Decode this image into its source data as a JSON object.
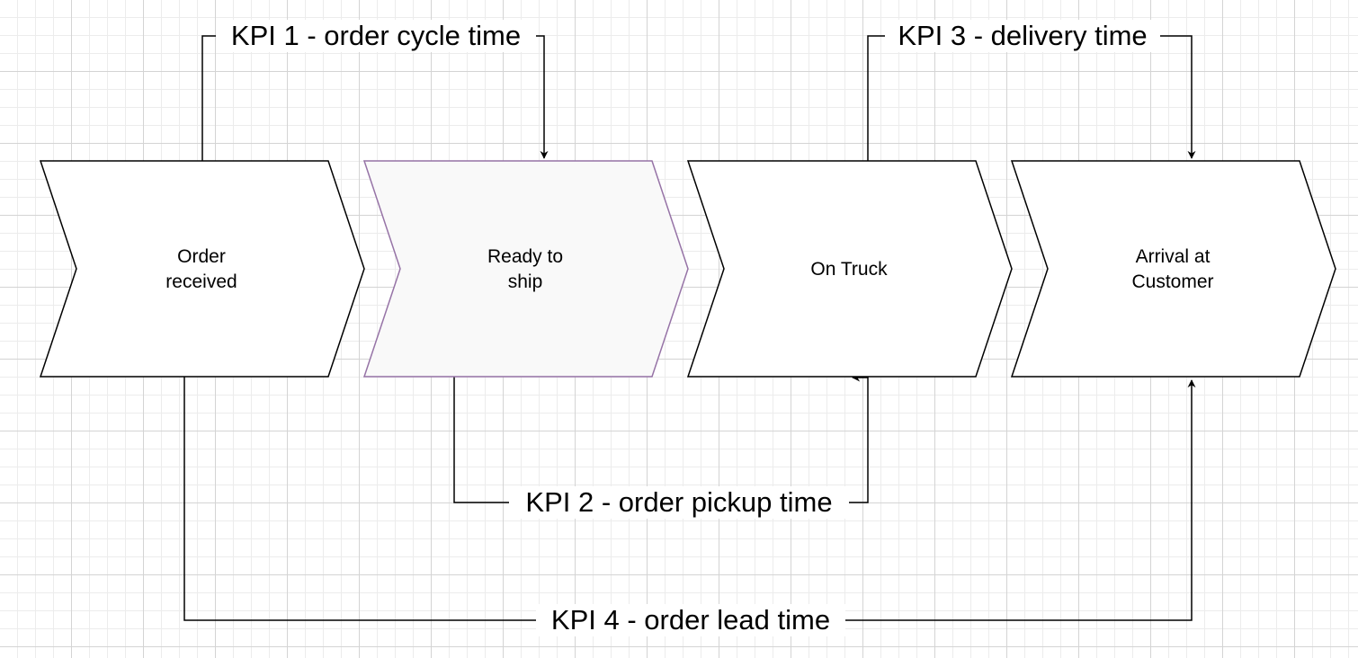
{
  "steps": [
    {
      "label": "Order\nreceived"
    },
    {
      "label": "Ready to\nship"
    },
    {
      "label": "On Truck"
    },
    {
      "label": "Arrival at\nCustomer"
    }
  ],
  "kpis": [
    {
      "label": "KPI 1 - order cycle time"
    },
    {
      "label": "KPI 2 - order pickup time"
    },
    {
      "label": "KPI 3 - delivery time"
    },
    {
      "label": "KPI 4 - order lead time"
    }
  ],
  "colors": {
    "stroke": "#000000",
    "highlight_stroke": "#9673a6",
    "highlight_fill": "#f9f9f9"
  }
}
